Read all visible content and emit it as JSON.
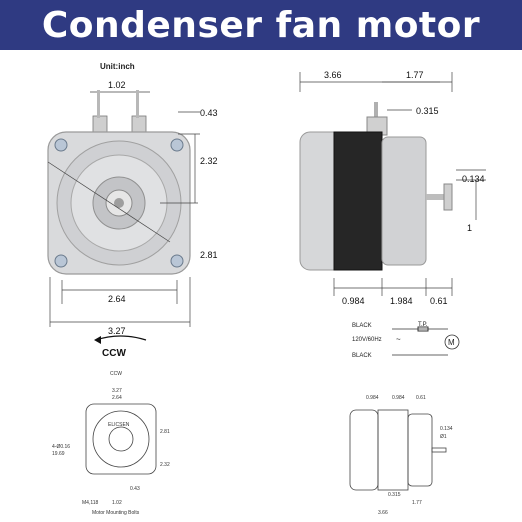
{
  "banner": {
    "title": "Condenser fan motor",
    "background": "#2f3a82",
    "text_color": "#ffffff"
  },
  "front_view": {
    "unit_label": "Unit:inch",
    "dims": {
      "terminal_spacing": "1.02",
      "terminal_height": "0.43",
      "half_height": "2.32",
      "diameter": "2.81",
      "mount_width": "2.64",
      "overall_width": "3.27"
    },
    "rotation": "CCW"
  },
  "side_view": {
    "dims": {
      "body_length": "3.66",
      "shaft_length": "1.77",
      "terminal_offset": "0.315",
      "shaft_diameter": "0.134",
      "shaft_extent": "1",
      "front_section": "0.984",
      "core_section": "1.984",
      "rear_section": "0.61"
    }
  },
  "wiring": {
    "wire_top": "BLACK",
    "supply": "120V/60Hz",
    "wire_bottom": "BLACK",
    "thermal_protector": "T.P.",
    "motor_symbol": "M"
  },
  "small_front_drawing": {
    "rotation": "CCW",
    "top_dims": [
      "3.27",
      "2.64"
    ],
    "side_dims": [
      "2.81",
      "2.32"
    ],
    "bottom_dims": [
      "0.43",
      "1.02"
    ],
    "left_dims": [
      "4-Ø0.16",
      "19.69"
    ],
    "bolt_label": "M4,118",
    "caption": "Motor Mounting Bolts",
    "center_label": "ELICSEN"
  },
  "small_side_drawing": {
    "top_dims": [
      "0.984",
      "0.984",
      "0.61"
    ],
    "right_dims": [
      "0.134",
      "Ø1"
    ],
    "bottom_dims": [
      "0.315",
      "1.77",
      "3.66"
    ]
  }
}
